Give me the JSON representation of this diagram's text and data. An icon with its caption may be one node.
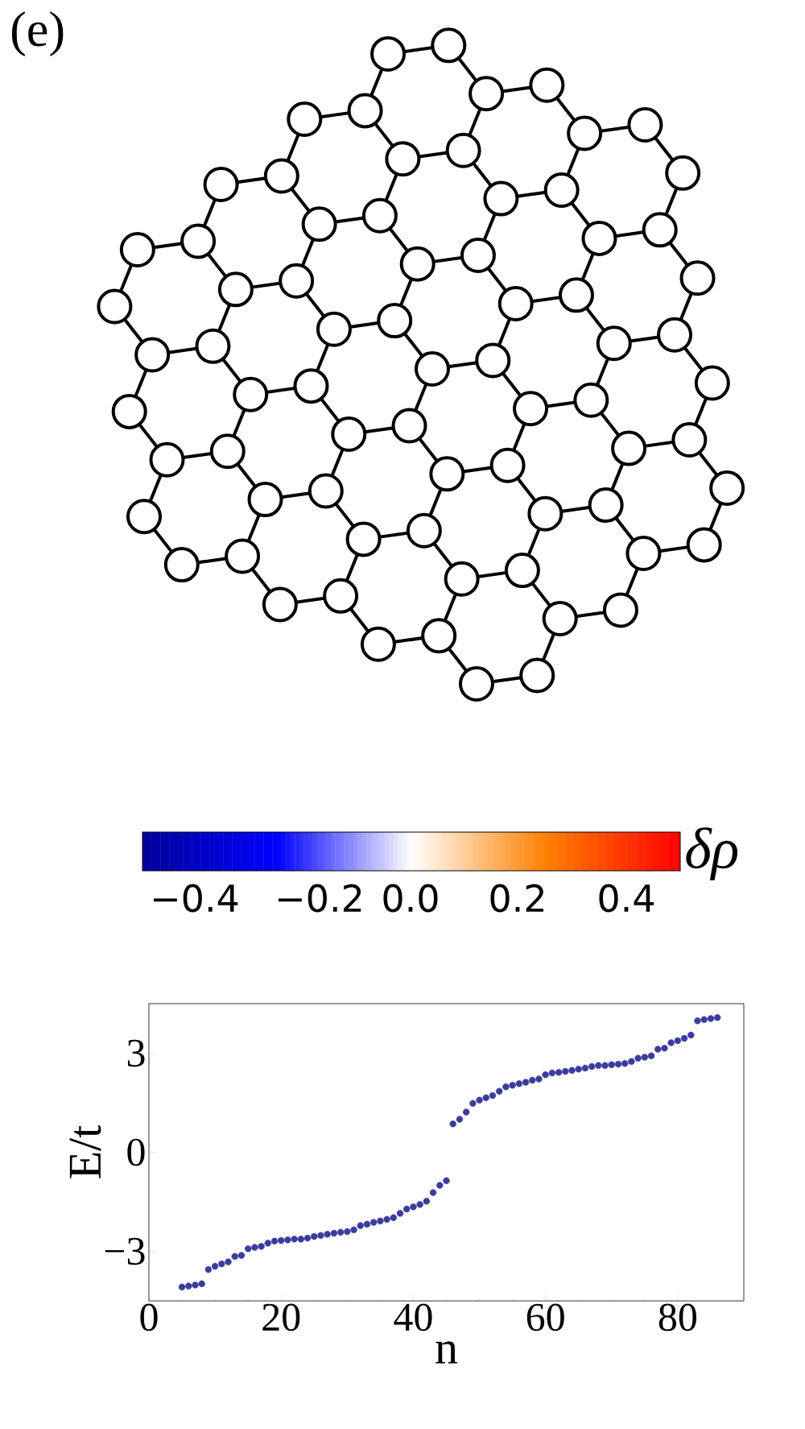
{
  "diagram": {
    "labels": [
      "(e)",
      "−0.4",
      "−0.2",
      "0.0",
      "0.2",
      "0.4",
      "δρ"
    ],
    "chart_data": {
      "type": "scatter",
      "xlabel": "n",
      "ylabel": "E/t",
      "x": [
        5,
        6,
        7,
        8,
        9,
        10,
        11,
        12,
        13,
        14,
        15,
        16,
        17,
        18,
        19,
        20,
        21,
        22,
        23,
        24,
        25,
        26,
        27,
        28,
        29,
        30,
        31,
        32,
        33,
        34,
        35,
        36,
        37,
        38,
        39,
        40,
        41,
        42,
        43,
        44,
        45,
        46,
        47,
        48,
        49,
        50,
        51,
        52,
        53,
        54,
        55,
        56,
        57,
        58,
        59,
        60,
        61,
        62,
        63,
        64,
        65,
        66,
        67,
        68,
        69,
        70,
        71,
        72,
        73,
        74,
        75,
        76,
        77,
        78,
        79,
        80,
        81,
        82,
        83,
        84,
        85,
        86
      ],
      "series": [
        {
          "color": "#3c3c9c",
          "values": [
            -4.08,
            -4.05,
            -4.02,
            -3.98,
            -3.55,
            -3.45,
            -3.38,
            -3.32,
            -3.15,
            -3.12,
            -2.92,
            -2.88,
            -2.85,
            -2.75,
            -2.69,
            -2.67,
            -2.65,
            -2.63,
            -2.63,
            -2.6,
            -2.55,
            -2.52,
            -2.48,
            -2.45,
            -2.42,
            -2.4,
            -2.35,
            -2.22,
            -2.18,
            -2.12,
            -2.08,
            -2.03,
            -1.98,
            -1.85,
            -1.72,
            -1.65,
            -1.58,
            -1.48,
            -1.22,
            -1.0,
            -0.86,
            0.86,
            1.0,
            1.22,
            1.48,
            1.58,
            1.65,
            1.72,
            1.85,
            1.98,
            2.03,
            2.08,
            2.12,
            2.18,
            2.22,
            2.35,
            2.4,
            2.42,
            2.45,
            2.48,
            2.52,
            2.55,
            2.6,
            2.63,
            2.63,
            2.65,
            2.67,
            2.69,
            2.75,
            2.85,
            2.88,
            2.92,
            3.12,
            3.15,
            3.32,
            3.38,
            3.45,
            3.55,
            3.98,
            4.02,
            4.05,
            4.08
          ]
        }
      ],
      "xlim": [
        0,
        90
      ],
      "ylim": [
        -4.5,
        4.5
      ],
      "xticks": [
        0,
        20,
        40,
        60,
        80
      ],
      "yticks": [
        -3,
        0,
        3
      ]
    }
  }
}
